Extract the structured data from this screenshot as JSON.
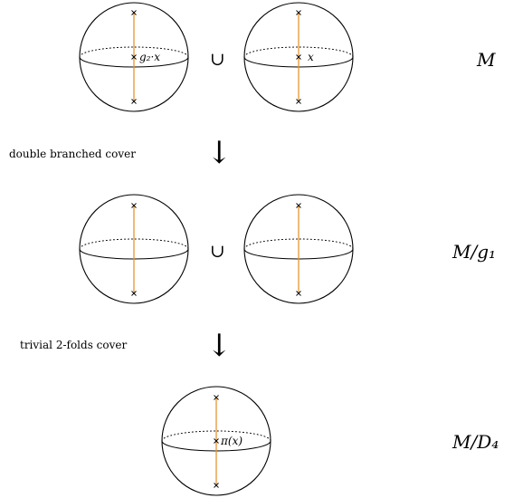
{
  "rows": [
    {
      "label": "M",
      "union_symbol": "∪",
      "left_point_label": "g₂·x",
      "right_point_label": "x"
    },
    {
      "label": "M/g₁",
      "union_symbol": "∪"
    },
    {
      "label": "M/D₄",
      "point_label": "π(x)"
    }
  ],
  "arrows": [
    {
      "label": "double branched cover",
      "symbol": "↓"
    },
    {
      "label": "trivial 2-folds cover",
      "symbol": "↓"
    }
  ],
  "colors": {
    "axis": "#e69532",
    "stroke": "#000000"
  }
}
